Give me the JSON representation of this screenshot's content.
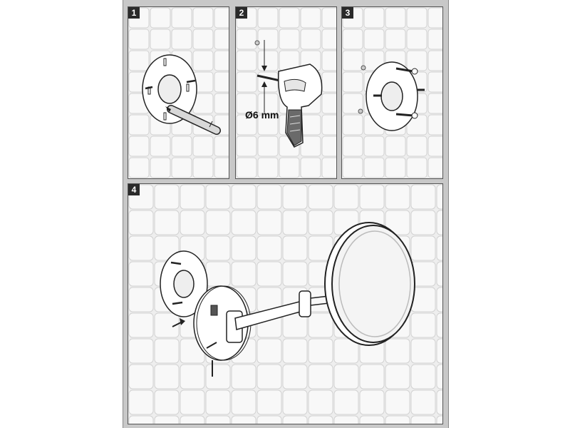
{
  "steps": [
    {
      "number": "1"
    },
    {
      "number": "2",
      "drill_label": "Ø6 mm"
    },
    {
      "number": "3"
    },
    {
      "number": "4"
    }
  ]
}
